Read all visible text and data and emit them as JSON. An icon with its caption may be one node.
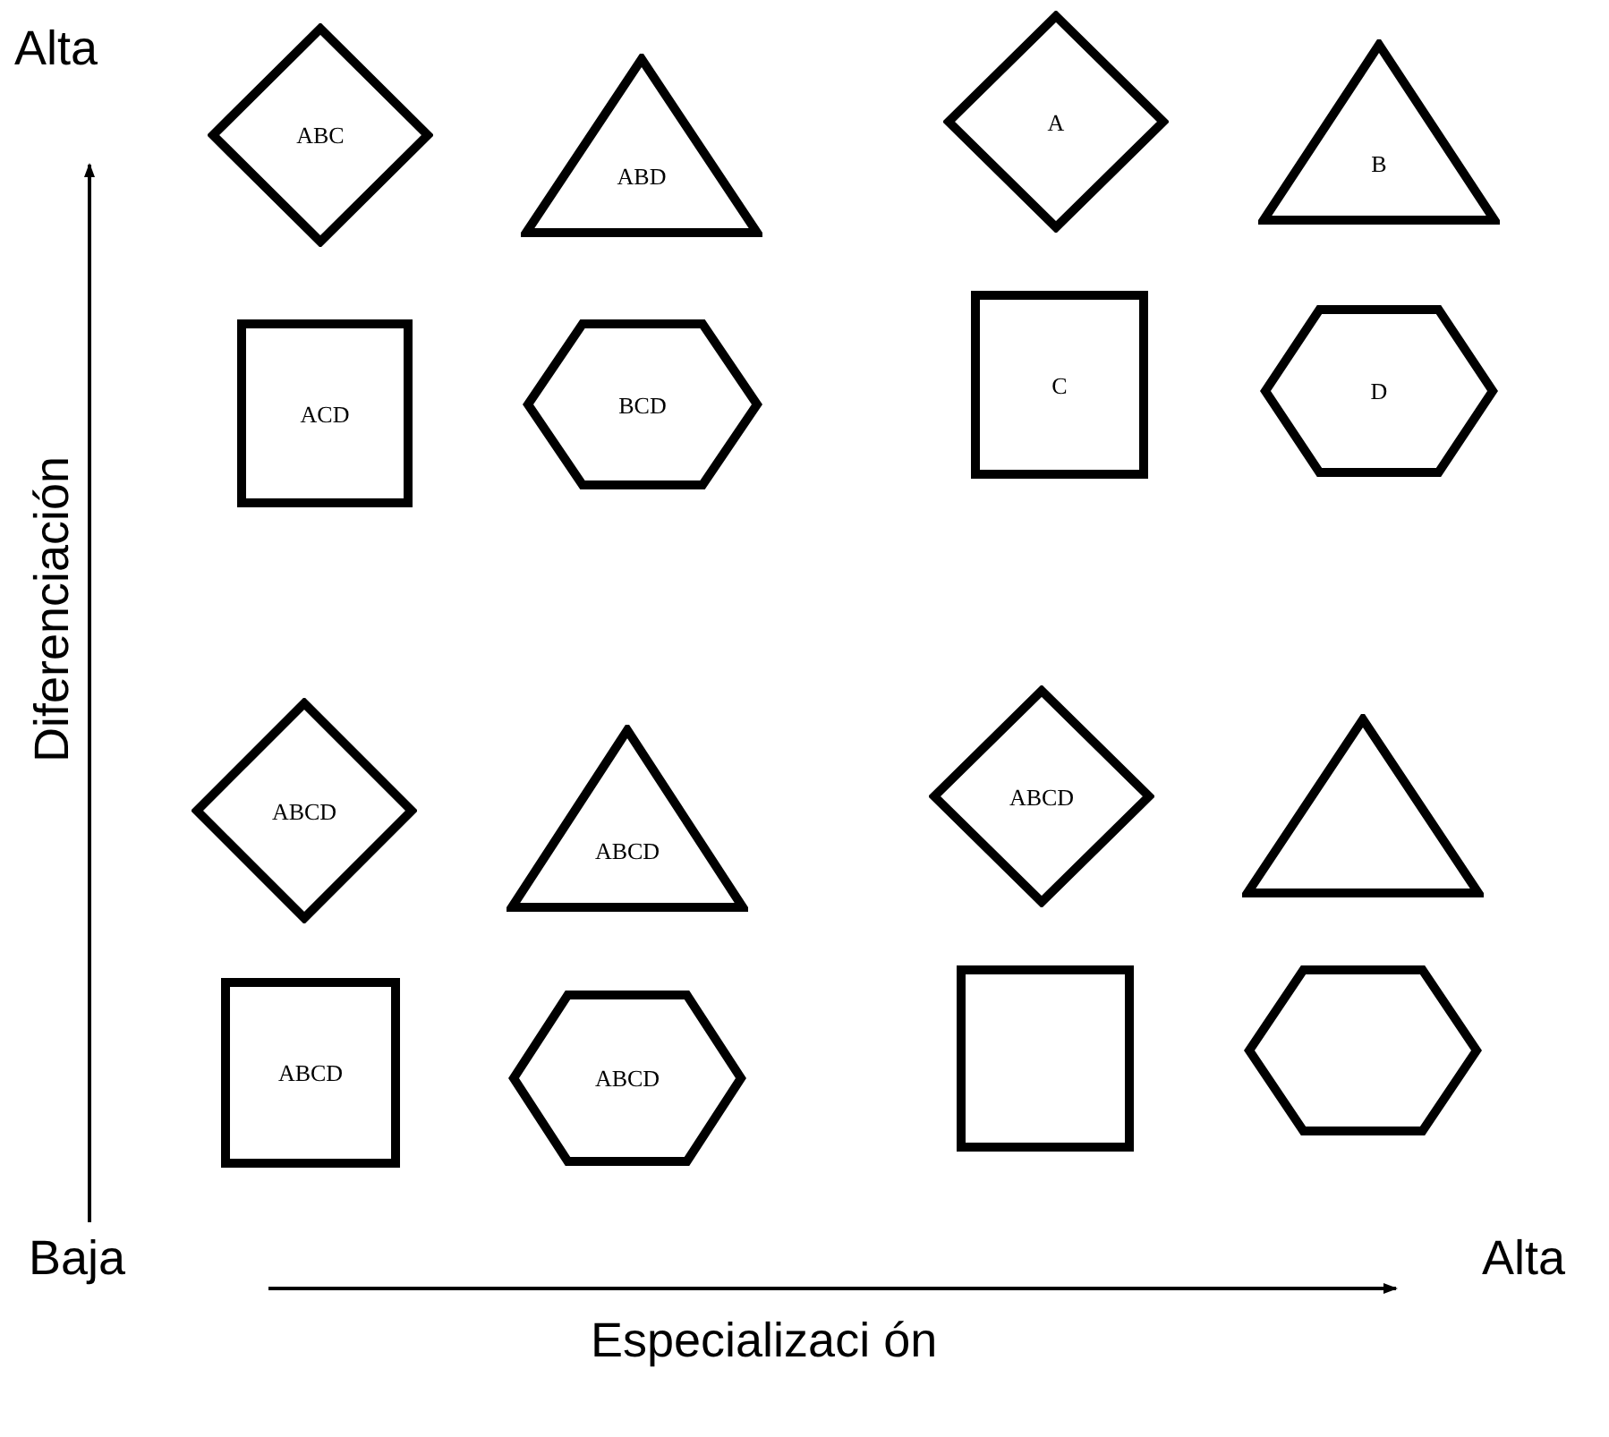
{
  "diagram": {
    "nodes": [
      {
        "text": [
          "ABC"
        ]
      },
      {
        "text": [
          "ABD"
        ]
      },
      {
        "text": [
          "A"
        ]
      },
      {
        "text": [
          "B"
        ]
      },
      {
        "text": [
          "ACD"
        ]
      },
      {
        "text": [
          "BCD"
        ]
      },
      {
        "text": [
          "C"
        ]
      },
      {
        "text": [
          "D"
        ]
      },
      {
        "text": [
          "ABCD"
        ]
      },
      {
        "text": [
          "ABCD"
        ]
      },
      {
        "text": [
          "ABCD"
        ]
      },
      {
        "text": [],
        "shape": "triangle"
      },
      {
        "text": [
          "ABCD"
        ]
      },
      {
        "text": [
          "ABCD"
        ]
      },
      {
        "text": [],
        "shape": "box"
      },
      {
        "text": [],
        "shape": "hexagon"
      }
    ],
    "edges": [],
    "labels": [
      "Alta",
      "Diferenciación",
      "Baja",
      "Alta",
      "Especializaci ón"
    ]
  }
}
